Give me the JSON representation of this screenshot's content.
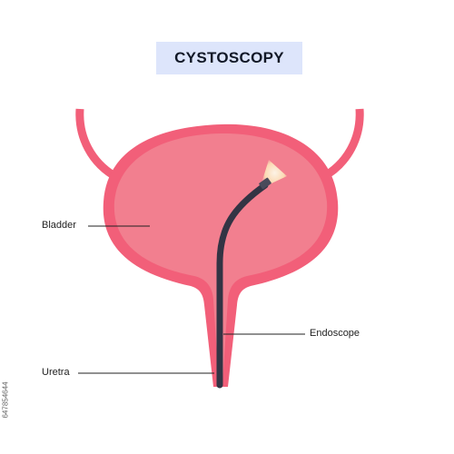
{
  "title": "CYSTOSCOPY",
  "labels": {
    "bladder": "Bladder",
    "endoscope": "Endoscope",
    "uretra": "Uretra"
  },
  "side_mark": "647854644",
  "colors": {
    "title_bg": "#dde5fb",
    "bladder_outer": "#f25f79",
    "bladder_inner": "#f27f8f",
    "endoscope": "#333444",
    "light_glow": "#fbd9b2",
    "leader_line": "#222222"
  }
}
